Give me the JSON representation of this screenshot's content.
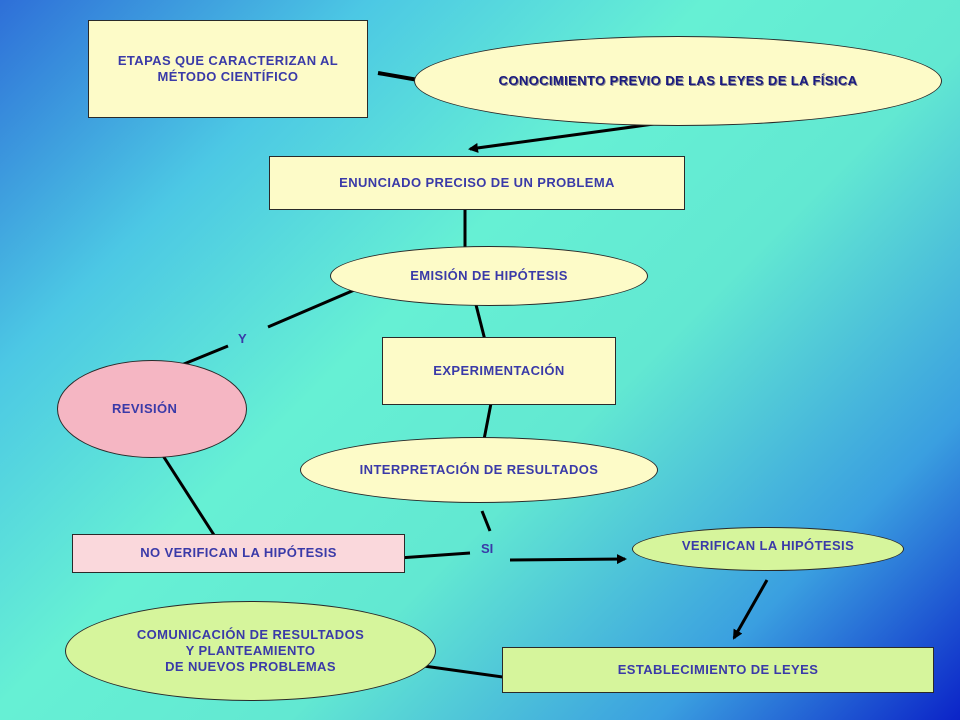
{
  "nodes": {
    "etapas": "ETAPAS QUE CARACTERIZAN AL\nMÉTODO CIENTÍFICO",
    "conocimiento": "CONOCIMIENTO PREVIO DE LAS LEYES DE LA FÍSICA",
    "enunciado": "ENUNCIADO PRECISO DE UN PROBLEMA",
    "emision": "EMISIÓN DE HIPÓTESIS",
    "experimentacion": "EXPERIMENTACIÓN",
    "revision": "REVISIÓN",
    "interpretacion": "INTERPRETACIÓN DE RESULTADOS",
    "no_verifican": "NO VERIFICAN LA HIPÓTESIS",
    "verifican": "VERIFICAN LA HIPÓTESIS",
    "comunicacion": "COMUNICACIÓN DE RESULTADOS\nY PLANTEAMIENTO\nDE NUEVOS PROBLEMAS",
    "establecimiento": "ESTABLECIMIENTO DE LEYES"
  },
  "labels": {
    "y": "Y",
    "si": "SI"
  },
  "colors": {
    "text": "#3a3aa8",
    "arrow": "#000000",
    "yellow": "#fdfbc8",
    "green": "#d6f59c",
    "pink": "#f5b6c3"
  }
}
